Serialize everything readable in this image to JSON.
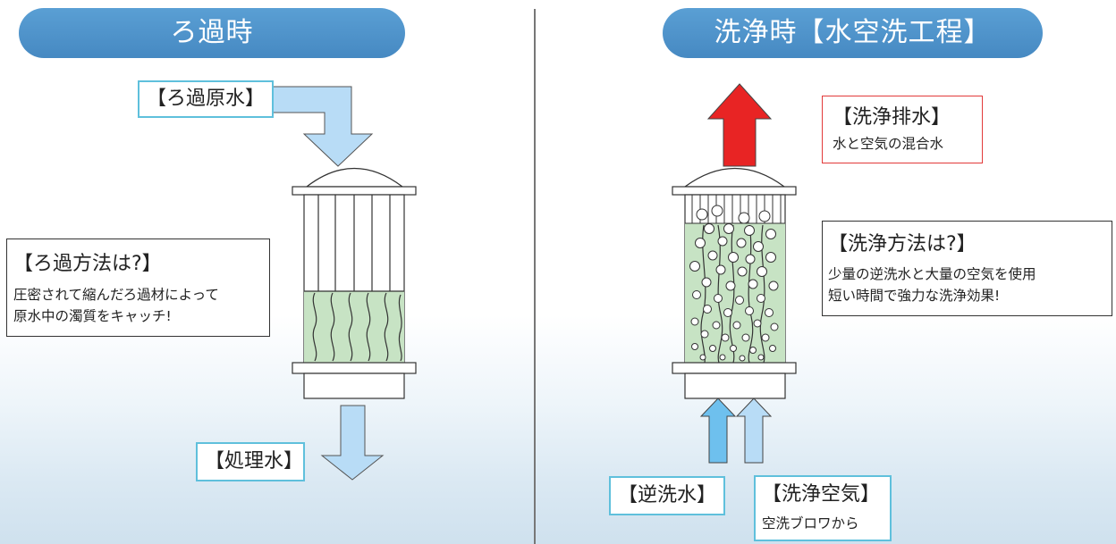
{
  "left": {
    "header": "ろ過時",
    "raw_water_label": "【ろ過原水】",
    "method_title": "【ろ過方法は?】",
    "method_line1": "圧密されて縮んだろ過材によって",
    "method_line2": "原水中の濁質をキャッチ!",
    "treated_water_label": "【処理水】"
  },
  "right": {
    "header": "洗浄時【水空洗工程】",
    "drain_title": "【洗浄排水】",
    "drain_desc": "水と空気の混合水",
    "method_title": "【洗浄方法は?】",
    "method_line1": "少量の逆洗水と大量の空気を使用",
    "method_line2": "短い時間で強力な洗浄効果!",
    "backwash_label": "【逆洗水】",
    "air_title": "【洗浄空気】",
    "air_desc": "空洗ブロワから"
  },
  "colors": {
    "header_blue": "#4a8fc8",
    "arrow_light_blue": "#b8dcf6",
    "arrow_blue": "#6ec0ee",
    "arrow_red": "#e82424",
    "media_green": "#c7e3c4",
    "label_border_blue": "#5fc0dc",
    "label_border_red": "#e23a3a"
  },
  "icons": [
    "down-arrow-icon",
    "up-arrow-icon",
    "air-bubble-icon"
  ]
}
